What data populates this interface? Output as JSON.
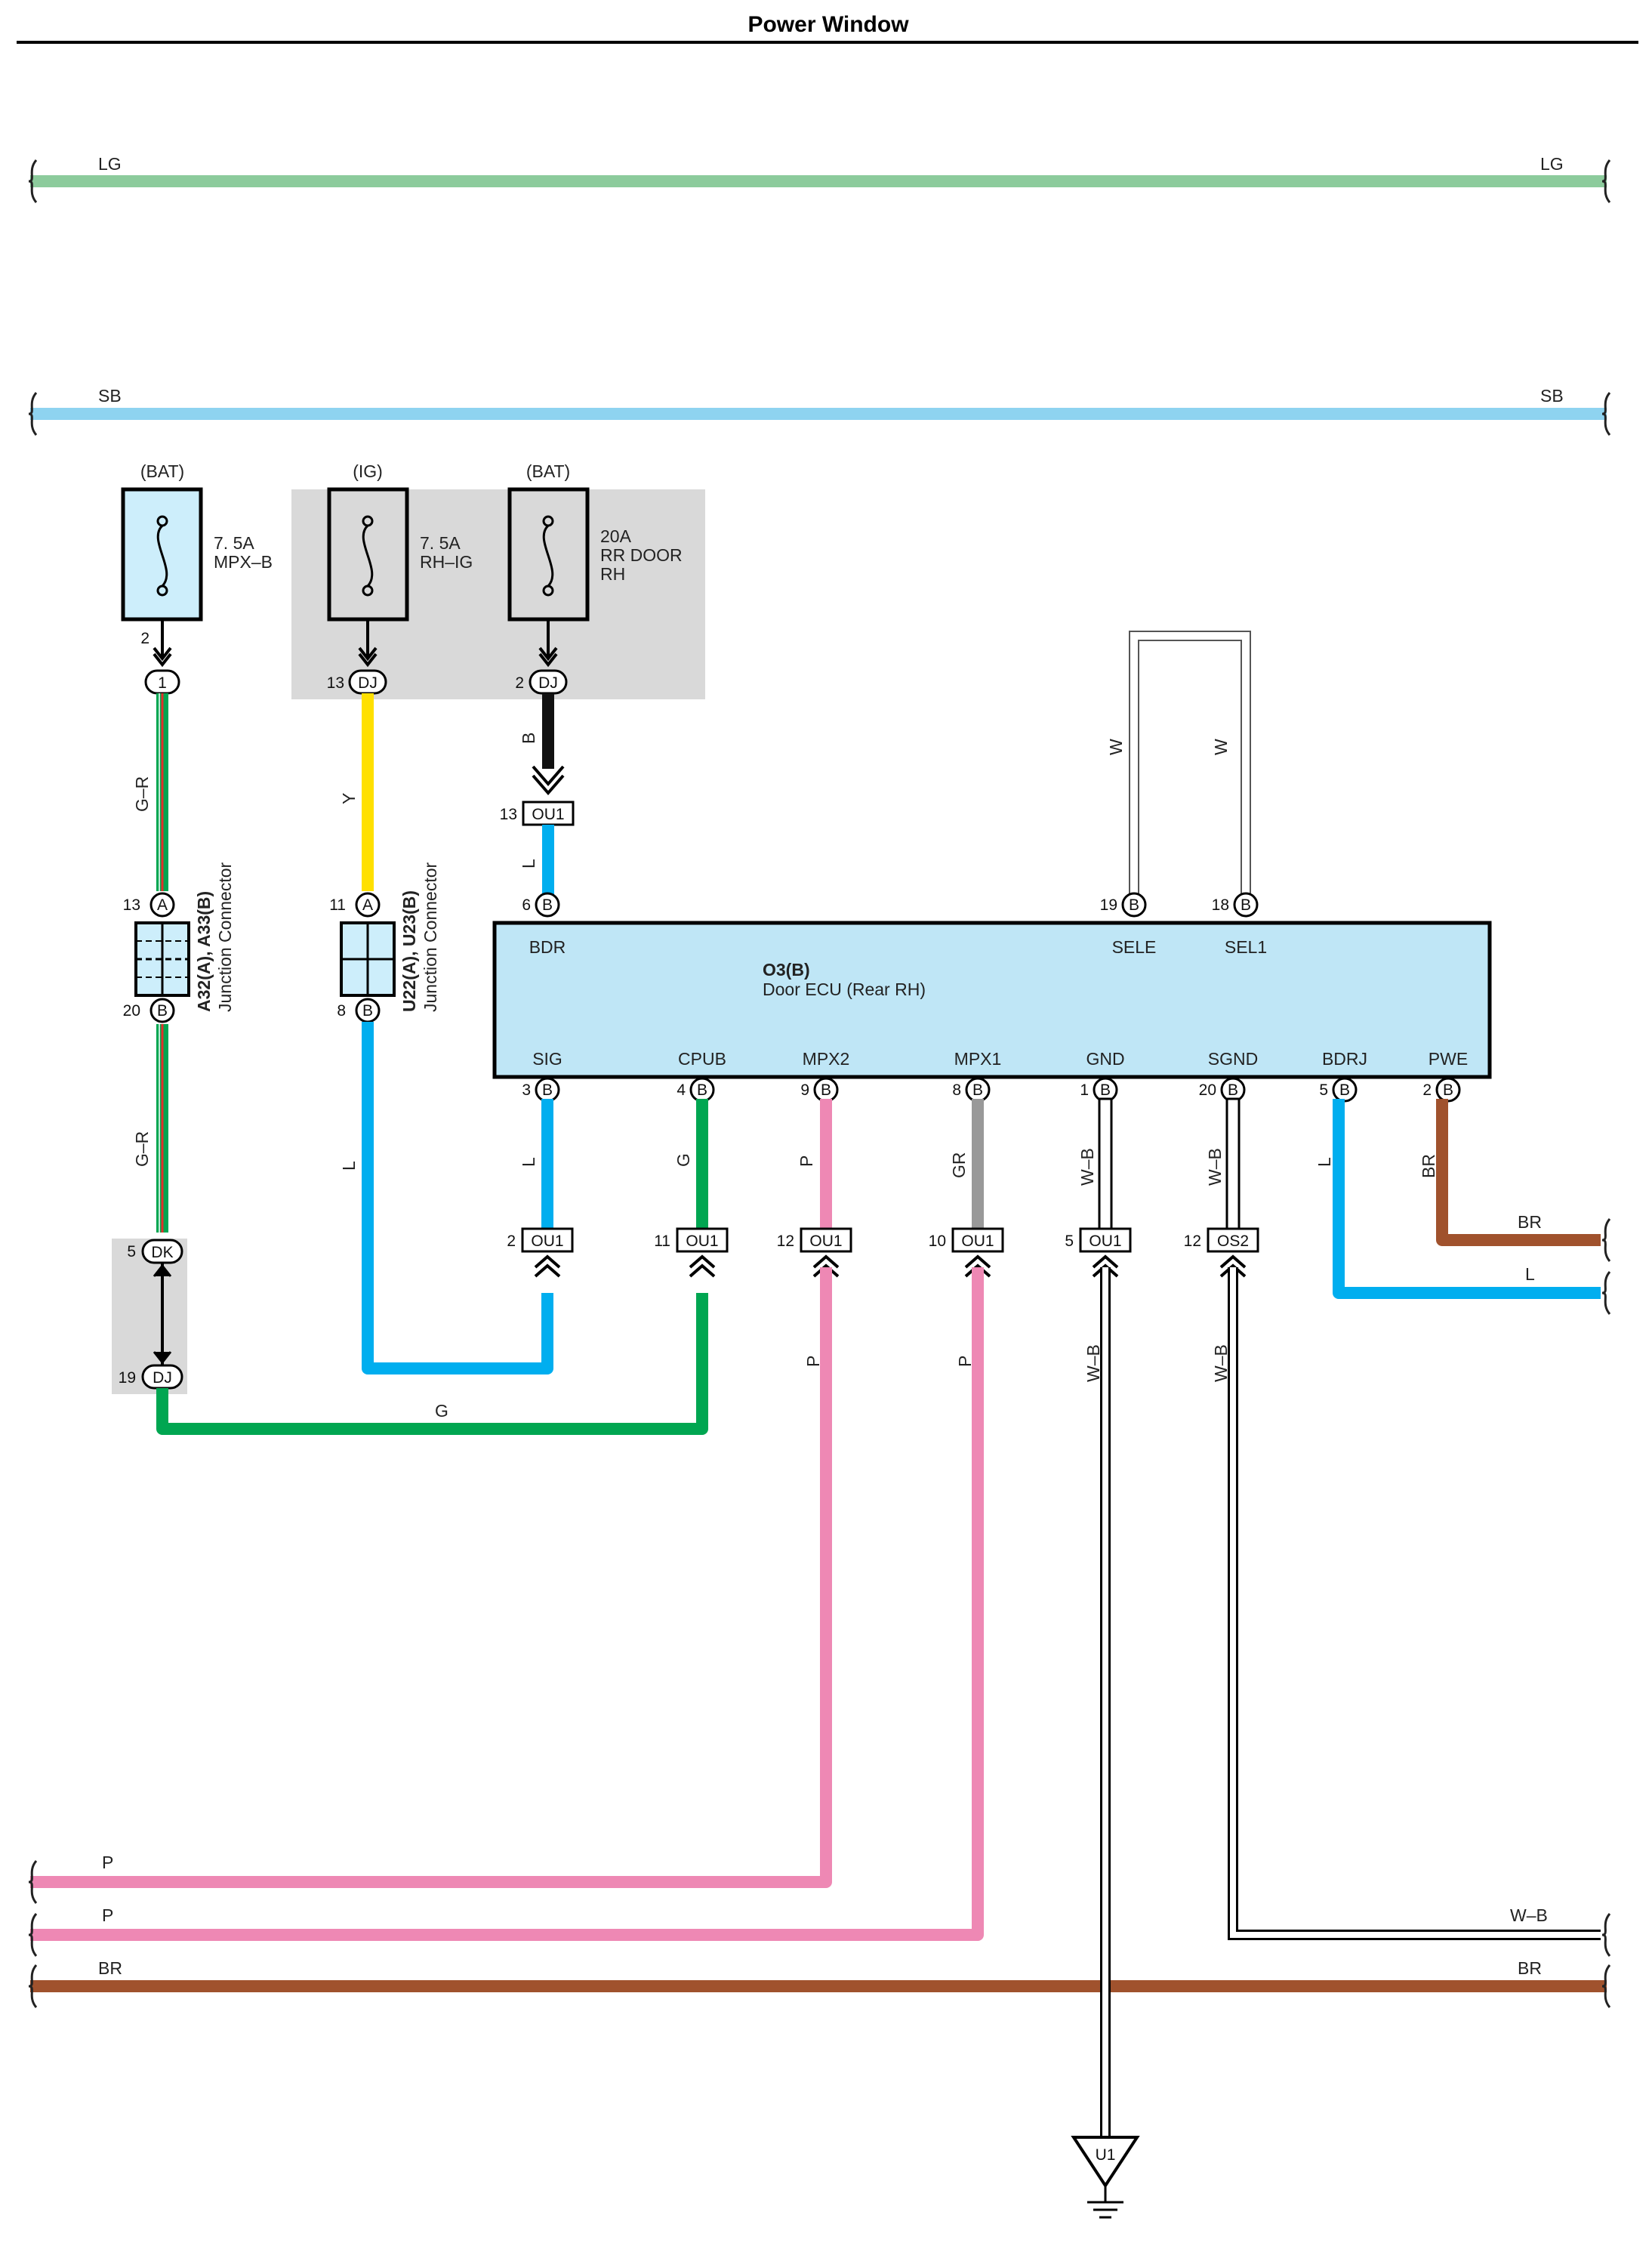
{
  "title": "Power Window",
  "bus_wires": {
    "lg_left": "LG",
    "lg_right": "LG",
    "sb_left": "SB",
    "sb_right": "SB",
    "p1": "P",
    "p2": "P",
    "br_left": "BR",
    "br_right": "BR",
    "wb_right": "W–B",
    "br_right_top": "BR",
    "l_right": "L"
  },
  "fuses": [
    {
      "source": "(BAT)",
      "rating": "7. 5A",
      "name": "MPX–B",
      "name2": ""
    },
    {
      "source": "(IG)",
      "rating": "7. 5A",
      "name": "RH–IG",
      "name2": ""
    },
    {
      "source": "(BAT)",
      "rating": "20A",
      "name": "RR DOOR",
      "name2": "RH"
    }
  ],
  "junction_connectors": [
    {
      "id": "A32(A), A33(B)",
      "desc": "Junction Connector"
    },
    {
      "id": "U22(A), U23(B)",
      "desc": "Junction Connector"
    }
  ],
  "ecu": {
    "code": "O3(B)",
    "name": "Door ECU (Rear RH)",
    "top_pins": [
      {
        "num": "6",
        "conn": "B",
        "label": "BDR"
      },
      {
        "num": "19",
        "conn": "B",
        "label": "SELE"
      },
      {
        "num": "18",
        "conn": "B",
        "label": "SEL1"
      }
    ],
    "bottom_pins": [
      {
        "num": "3",
        "conn": "B",
        "label": "SIG"
      },
      {
        "num": "4",
        "conn": "B",
        "label": "CPUB"
      },
      {
        "num": "9",
        "conn": "B",
        "label": "MPX2"
      },
      {
        "num": "8",
        "conn": "B",
        "label": "MPX1"
      },
      {
        "num": "1",
        "conn": "B",
        "label": "GND"
      },
      {
        "num": "20",
        "conn": "B",
        "label": "SGND"
      },
      {
        "num": "5",
        "conn": "B",
        "label": "BDRJ"
      },
      {
        "num": "2",
        "conn": "B",
        "label": "PWE"
      }
    ]
  },
  "connectors": {
    "fuse1_pin": "2",
    "fuse1_conn": "1",
    "fuse2_pin": "13",
    "fuse2_conn": "DJ",
    "fuse3_pin": "2",
    "fuse3_conn": "DJ",
    "ou1_top_pin": "13",
    "ou1_top_conn": "OU1",
    "ja_top_pin": "13",
    "ja_top_conn": "A",
    "ja_bot_pin": "20",
    "ja_bot_conn": "B",
    "ju_top_pin": "11",
    "ju_top_conn": "A",
    "ju_bot_pin": "8",
    "ju_bot_conn": "B",
    "dk_pin": "5",
    "dk_conn": "DK",
    "dj_pin": "19",
    "dj_conn": "DJ",
    "row": [
      {
        "num": "2",
        "conn": "OU1"
      },
      {
        "num": "11",
        "conn": "OU1"
      },
      {
        "num": "12",
        "conn": "OU1"
      },
      {
        "num": "10",
        "conn": "OU1"
      },
      {
        "num": "5",
        "conn": "OU1"
      },
      {
        "num": "12",
        "conn": "OS2"
      }
    ],
    "ground": "U1"
  },
  "wire_labels": {
    "g_r_1": "G–R",
    "g_r_2": "G–R",
    "y": "Y",
    "b": "B",
    "l_bdr": "L",
    "w1": "W",
    "w2": "W",
    "l_ju": "L",
    "l_sig": "L",
    "g_cpub": "G",
    "p_mpx2": "P",
    "gr_mpx1": "GR",
    "wb_gnd": "W–B",
    "wb_sgnd": "W–B",
    "l_bdrj": "L",
    "br_pwe": "BR",
    "p_low1": "P",
    "p_low2": "P",
    "wb_low1": "W–B",
    "wb_low2": "W–B",
    "g_bottom": "G"
  },
  "colors": {
    "LG": "#8ccb9c",
    "SB": "#8ed3f0",
    "Y": "#ffe000",
    "B": "#111111",
    "L": "#00aeef",
    "G": "#00a651",
    "P": "#ee88b4",
    "GR": "#999999",
    "BR": "#a0522d",
    "ECU": "#bfe6f6",
    "gray_box": "#d9d9d9"
  }
}
